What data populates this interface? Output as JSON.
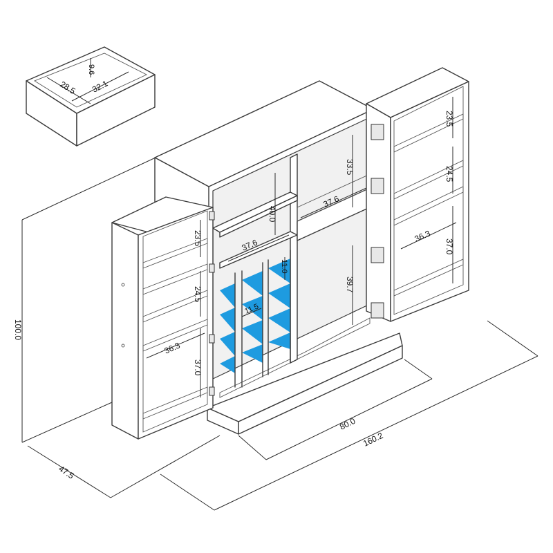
{
  "colors": {
    "line": "#3a3a3a",
    "accent": "#1e9be0",
    "background": "#ffffff"
  },
  "dimensions": {
    "drawer_height": "9.6",
    "drawer_width": "32.1",
    "drawer_depth": "28.5",
    "overall_height": "100.0",
    "overall_depth": "47.5",
    "overall_width_closed": "80.0",
    "overall_width_open": "160.2",
    "left_door_shelf_1": "23.5",
    "left_door_shelf_2": "24.5",
    "left_door_shelf_3": "37.0",
    "left_door_width": "36.3",
    "right_door_shelf_1": "23.5",
    "right_door_shelf_2": "24.5",
    "right_door_shelf_3": "37.0",
    "right_door_width": "36.3",
    "center_upper_left_height": "40.0",
    "center_upper_left_width": "37.6",
    "center_upper_right_height": "33.5",
    "center_upper_right_width": "37.6",
    "center_lower_right_height": "39.7",
    "wine_cell_width": "11.5",
    "wine_cell_height": "11.0"
  }
}
